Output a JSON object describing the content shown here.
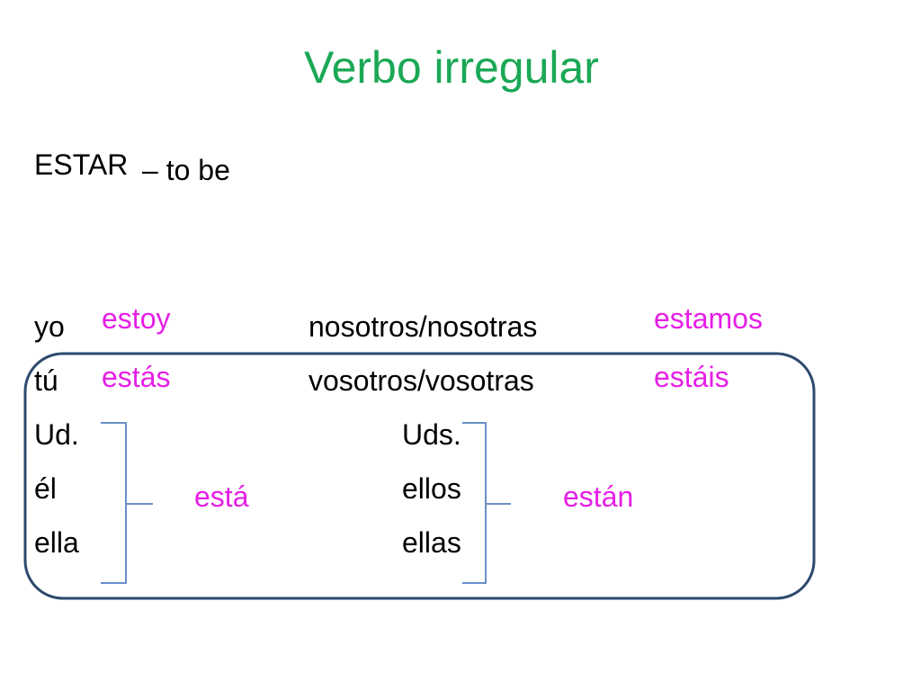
{
  "title": "Verbo irregular",
  "verb": {
    "name": "ESTAR",
    "meaning": "– to be"
  },
  "singular": {
    "yo": "yo",
    "tu": "tú",
    "ud": "Ud.",
    "el": "él",
    "ella": "ella"
  },
  "plural": {
    "nosotros": "nosotros/nosotras",
    "vosotros": "vosotros/vosotras",
    "uds": "Uds.",
    "ellos": "ellos",
    "ellas": "ellas"
  },
  "forms": {
    "estoy": "estoy",
    "estas": "estás",
    "esta": "está",
    "estamos": "estamos",
    "estais": "estáis",
    "estan": "están"
  },
  "colors": {
    "title": "#1aa855",
    "conjugation": "#e61ee6",
    "box_border": "#2e4a6e",
    "bracket": "#6a8fc7"
  }
}
